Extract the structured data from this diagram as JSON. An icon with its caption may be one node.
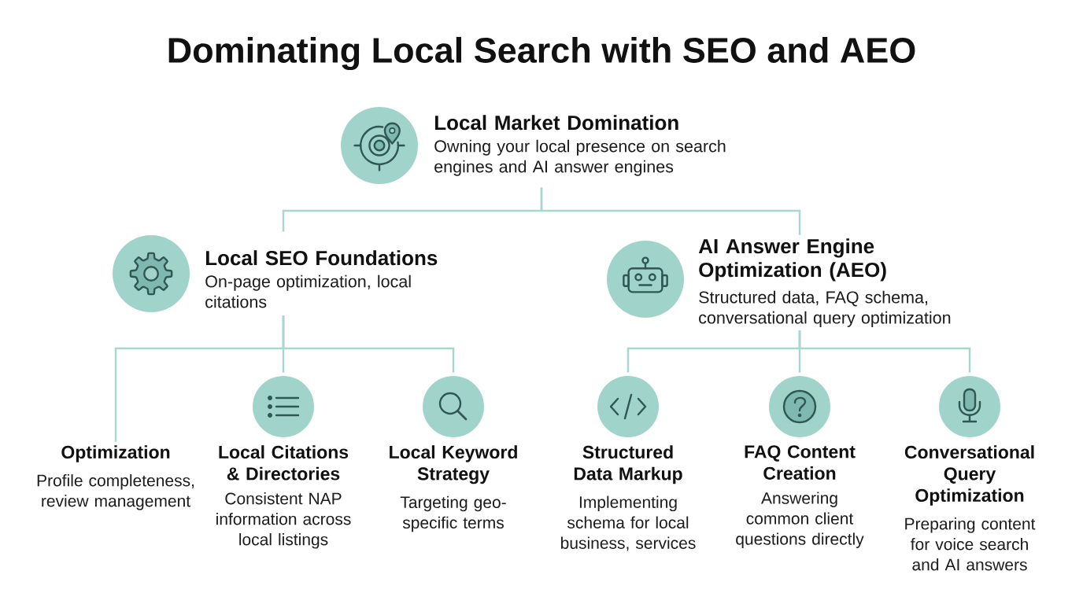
{
  "diagram": {
    "title": "Dominating Local Search with SEO and AEO",
    "nodes": [
      {
        "text": [
          "Local Market Domination",
          "Owning your local presence on search engines and AI answer engines"
        ]
      },
      {
        "text": [
          "Local SEO Foundations",
          "On-page optimization, local citations"
        ]
      },
      {
        "text": [
          "AI Answer Engine Optimization (AEO)",
          "Structured data, FAQ schema, conversational query optimization"
        ]
      },
      {
        "text": [
          "Optimization",
          "Profile completeness, review management"
        ]
      },
      {
        "text": [
          "Local Citations & Directories",
          "Consistent NAP information across local listings"
        ]
      },
      {
        "text": [
          "Local Keyword Strategy",
          "Targeting geo-specific terms"
        ]
      },
      {
        "text": [
          "Structured Data Markup",
          "Implementing schema for local business, services"
        ]
      },
      {
        "text": [
          "FAQ Content Creation",
          "Answering common client questions directly"
        ]
      },
      {
        "text": [
          "Conversational Query Optimization",
          "Preparing content for voice search and AI answers"
        ]
      }
    ],
    "edges": [
      {
        "from": 0,
        "to": 1,
        "arrow": "none"
      },
      {
        "from": 0,
        "to": 2,
        "arrow": "none"
      },
      {
        "from": 1,
        "to": 3,
        "arrow": "none"
      },
      {
        "from": 1,
        "to": 4,
        "arrow": "none"
      },
      {
        "from": 1,
        "to": 5,
        "arrow": "none"
      },
      {
        "from": 2,
        "to": 6,
        "arrow": "none"
      },
      {
        "from": 2,
        "to": 7,
        "arrow": "none"
      },
      {
        "from": 2,
        "to": 8,
        "arrow": "none"
      }
    ]
  }
}
